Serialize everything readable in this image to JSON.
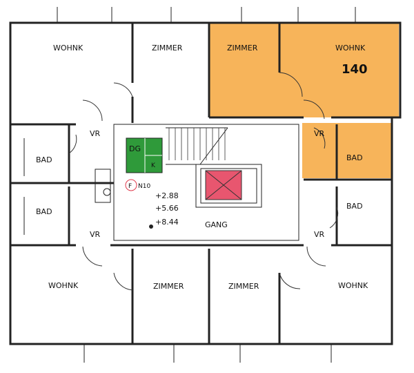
{
  "colors": {
    "highlight": "#f7b45a",
    "shaft": "#e8566f",
    "equipment": "#2f9a3a",
    "fire_marker": "#e03a4c"
  },
  "rooms": {
    "wohnk_top_left": "WOHNK",
    "zimmer_top_left": "ZIMMER",
    "zimmer_top_right": "ZIMMER",
    "wohnk_top_right": "WOHNK",
    "unit_number": "140",
    "bad_left_upper": "BAD",
    "bad_left_lower": "BAD",
    "bad_right_upper": "BAD",
    "bad_right_lower": "BAD",
    "vr_left_upper": "VR",
    "vr_left_lower": "VR",
    "vr_right_upper": "VR",
    "vr_right_lower": "VR",
    "wohnk_bottom_left": "WOHNK",
    "zimmer_bottom_left": "ZIMMER",
    "zimmer_bottom_right": "ZIMMER",
    "wohnk_bottom_right": "WOHNK",
    "gang": "GANG"
  },
  "core": {
    "equipment_label_dg": "DG",
    "equipment_label_k": "K",
    "fire_marker": "F",
    "fire_code": "N10",
    "level_1": "+2.88",
    "level_2": "+5.66",
    "level_3": "+8.44"
  }
}
